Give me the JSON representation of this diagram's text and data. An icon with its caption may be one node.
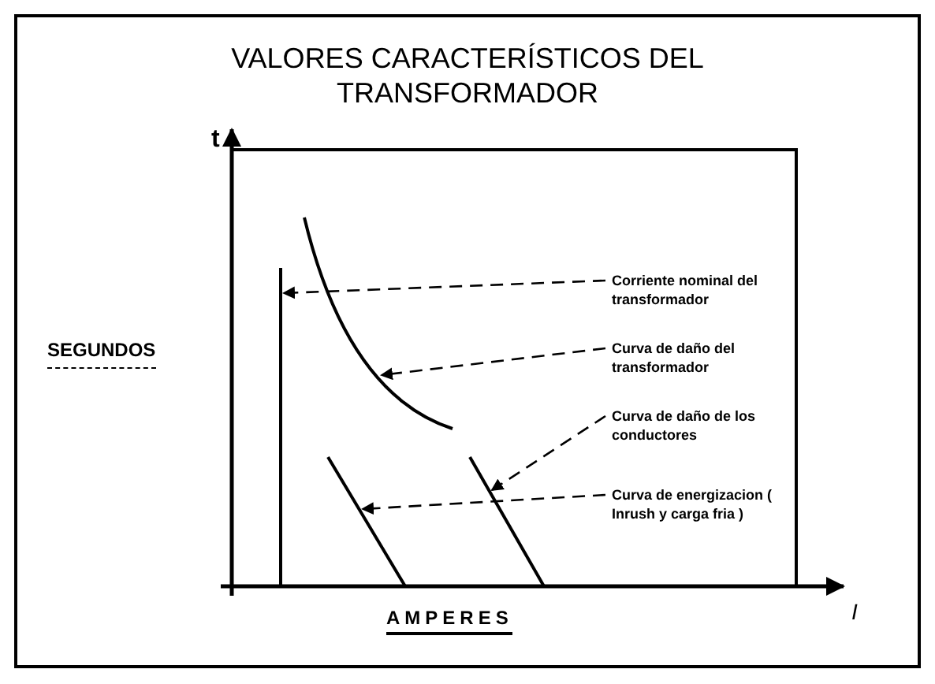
{
  "diagram": {
    "title": "VALORES CARACTERÍSTICOS DEL TRANSFORMADOR",
    "nodes": [
      {
        "text": [
          "Corriente nominal del transformador"
        ]
      },
      {
        "text": [
          "Curva de daño del transformador"
        ]
      },
      {
        "text": [
          "Curva de daño de los conductores"
        ]
      },
      {
        "text": [
          "Curva de energizacion ( Inrush y carga fria )"
        ]
      },
      {
        "text": [],
        "shape": "line"
      },
      {
        "text": [],
        "shape": "line"
      },
      {
        "text": [],
        "shape": "line"
      },
      {
        "text": [],
        "shape": "line"
      }
    ],
    "edges": [
      {
        "from": 0,
        "to": 4,
        "arrow": "to",
        "style": "dashed"
      },
      {
        "from": 1,
        "to": 5,
        "arrow": "to",
        "style": "dashed"
      },
      {
        "from": 2,
        "to": 6,
        "arrow": "to",
        "style": "dashed"
      },
      {
        "from": 3,
        "to": 7,
        "arrow": "to",
        "style": "dashed"
      }
    ],
    "labels": [
      "t",
      "SEGUNDOS",
      "AMPERES",
      "I"
    ]
  }
}
